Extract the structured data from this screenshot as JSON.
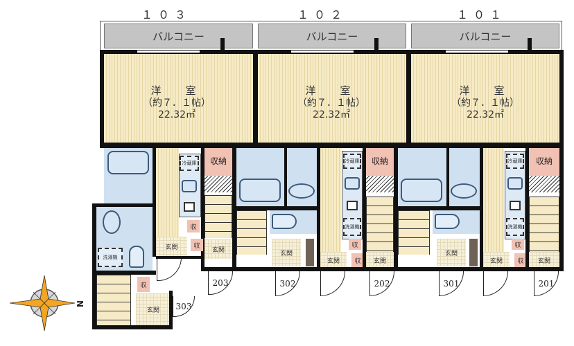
{
  "units_top": [
    {
      "number": "１０３",
      "balcony": "バルコニー",
      "room": {
        "type": "洋　室",
        "size_jo": "（約７．１帖）",
        "area": "22.32㎡"
      },
      "storage": "収納"
    },
    {
      "number": "１０２",
      "balcony": "バルコニー",
      "room": {
        "type": "洋　室",
        "size_jo": "（約７．１帖）",
        "area": "22.32㎡"
      },
      "storage": "収納"
    },
    {
      "number": "１０１",
      "balcony": "バルコニー",
      "room": {
        "type": "洋　室",
        "size_jo": "（約７．１帖）",
        "area": "22.32㎡"
      },
      "storage": "収納"
    }
  ],
  "fixtures": {
    "refrigerator": "冷蔵庫",
    "washing_machine": "洗濯機",
    "entrance": "玄関",
    "small_storage": "収"
  },
  "doors": [
    "203",
    "303",
    "302",
    "202",
    "301",
    "201"
  ],
  "compass": {
    "label": "N",
    "icon": "compass-rose-icon"
  },
  "colors": {
    "floor": "#f6ebc6",
    "wet_area": "#cfe0f0",
    "closet": "#f1c1b3",
    "balcony": "#c4c4c4",
    "wall": "#111111"
  }
}
